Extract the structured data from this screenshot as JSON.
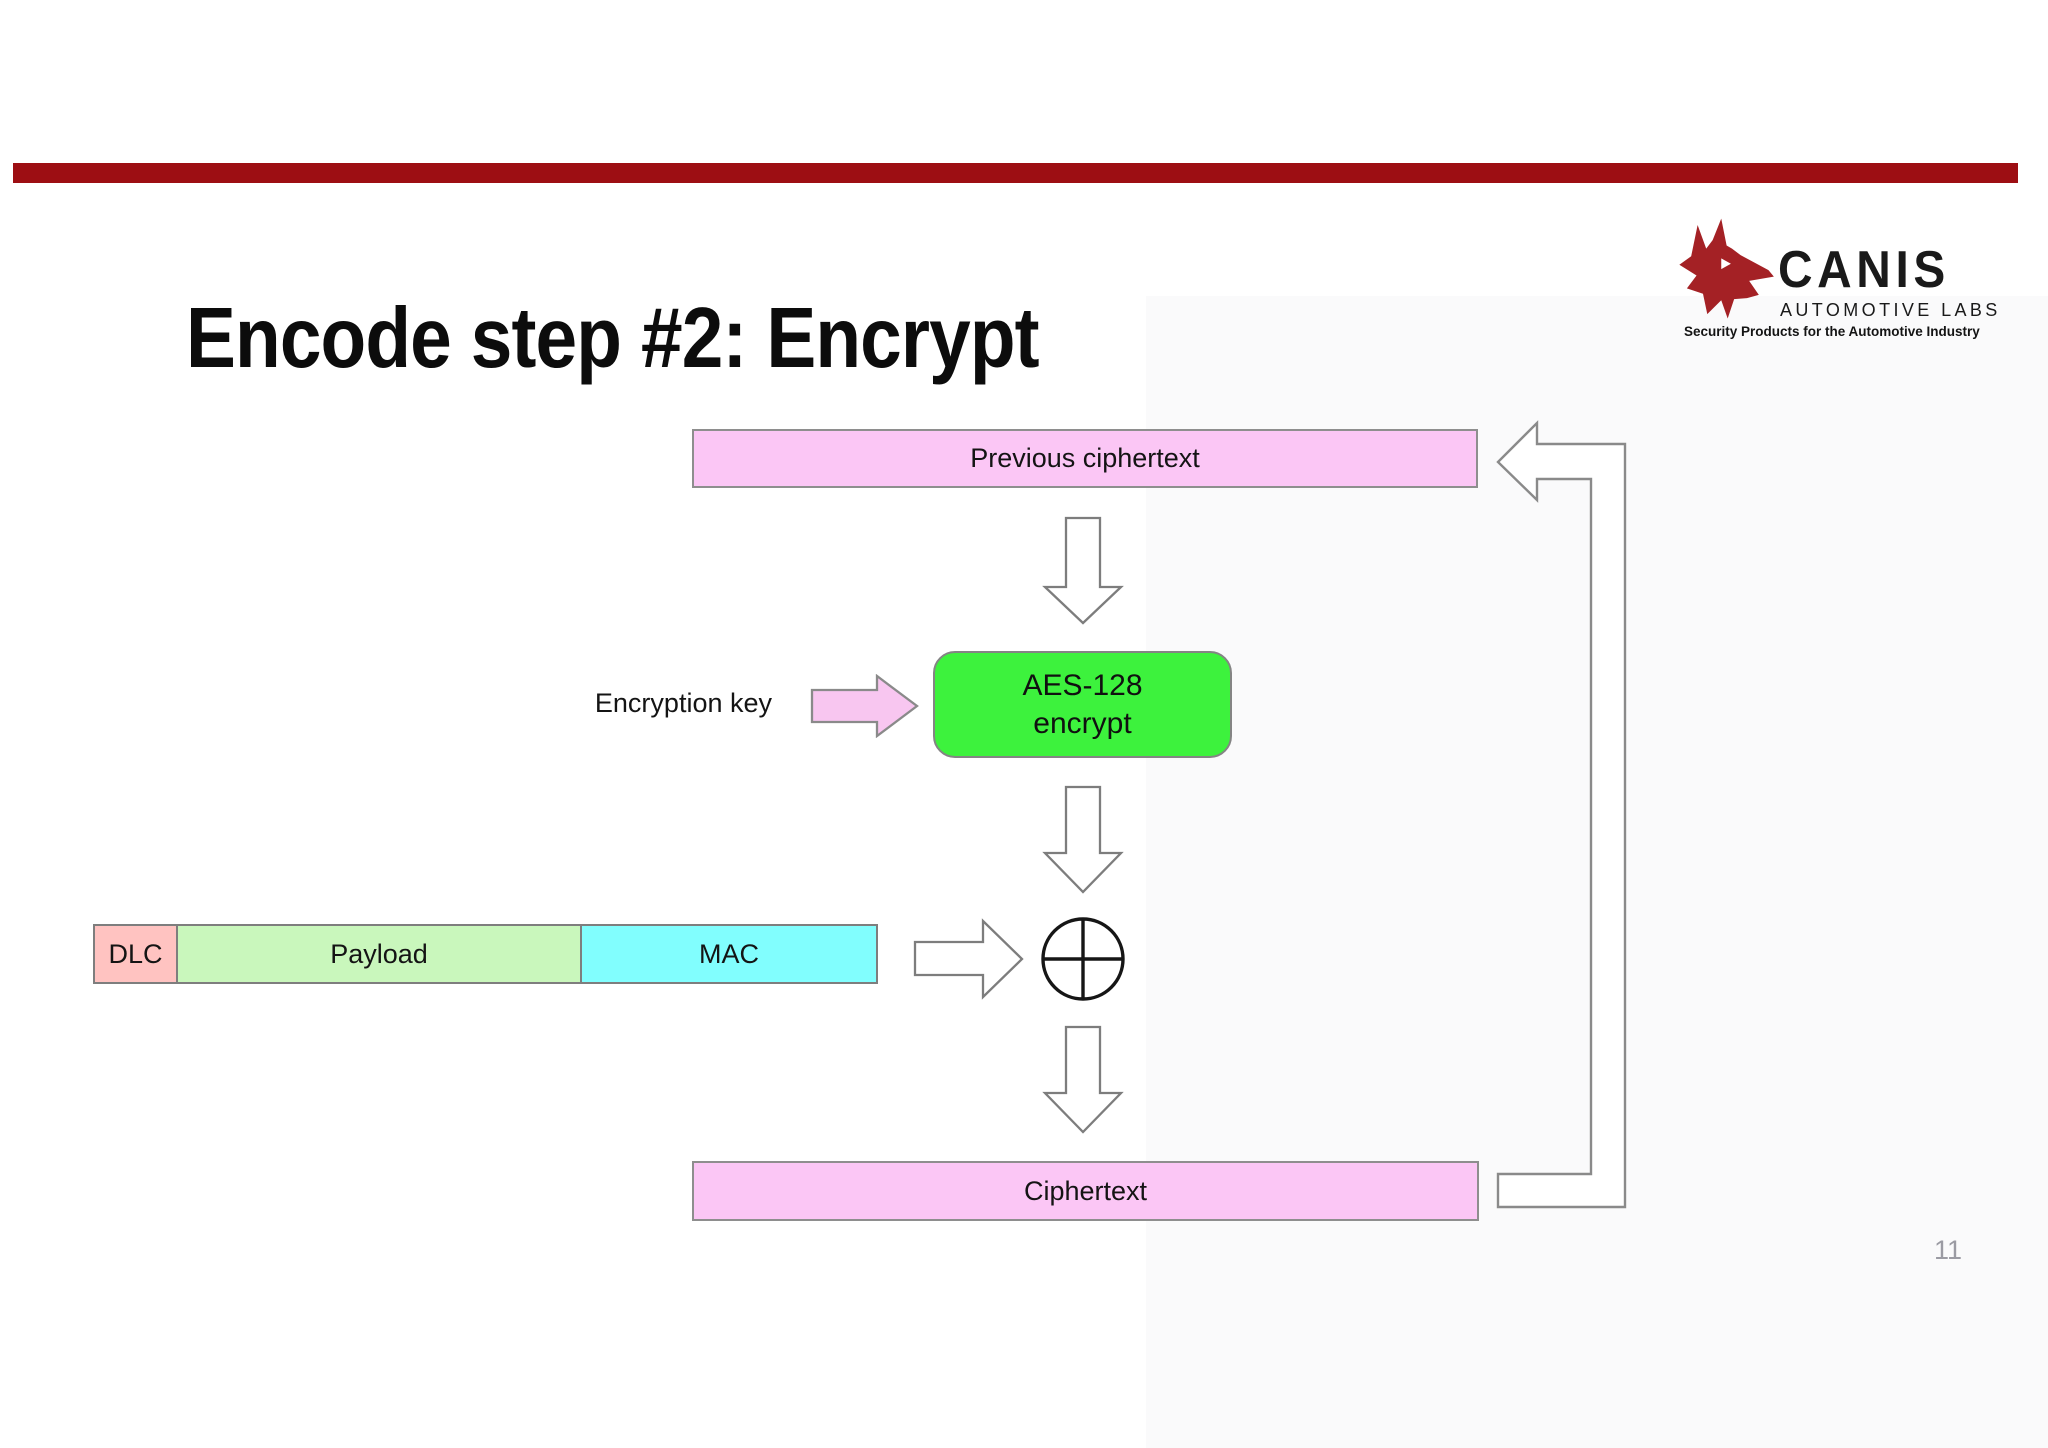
{
  "slide": {
    "title": "Encode step #2: Encrypt",
    "page_number": "11"
  },
  "logo": {
    "brand": "CANIS",
    "subtitle": "AUTOMOTIVE LABS",
    "tagline": "Security Products for the Automotive Industry"
  },
  "diagram": {
    "previous_ciphertext_label": "Previous ciphertext",
    "encryption_key_label": "Encryption key",
    "aes_box": {
      "line1": "AES-128",
      "line2": "encrypt"
    },
    "frame_fields": [
      {
        "label": "DLC",
        "color": "#ffc3c1"
      },
      {
        "label": "Payload",
        "color": "#c9f7bc"
      },
      {
        "label": "MAC",
        "color": "#81fefe"
      }
    ],
    "ciphertext_label": "Ciphertext"
  },
  "colors": {
    "top_rule": "#9d0e13",
    "logo_red": "#a42125",
    "flow_box_pink": "#fbc6f5",
    "key_arrow_pink": "#f8c6f0",
    "aes_green": "#3df23d",
    "arrow_outline_gray": "#7d7d7d",
    "box_border_gray": "#8e8e8e",
    "xor_black": "#161616",
    "page_number_gray": "#9b9ba3"
  }
}
